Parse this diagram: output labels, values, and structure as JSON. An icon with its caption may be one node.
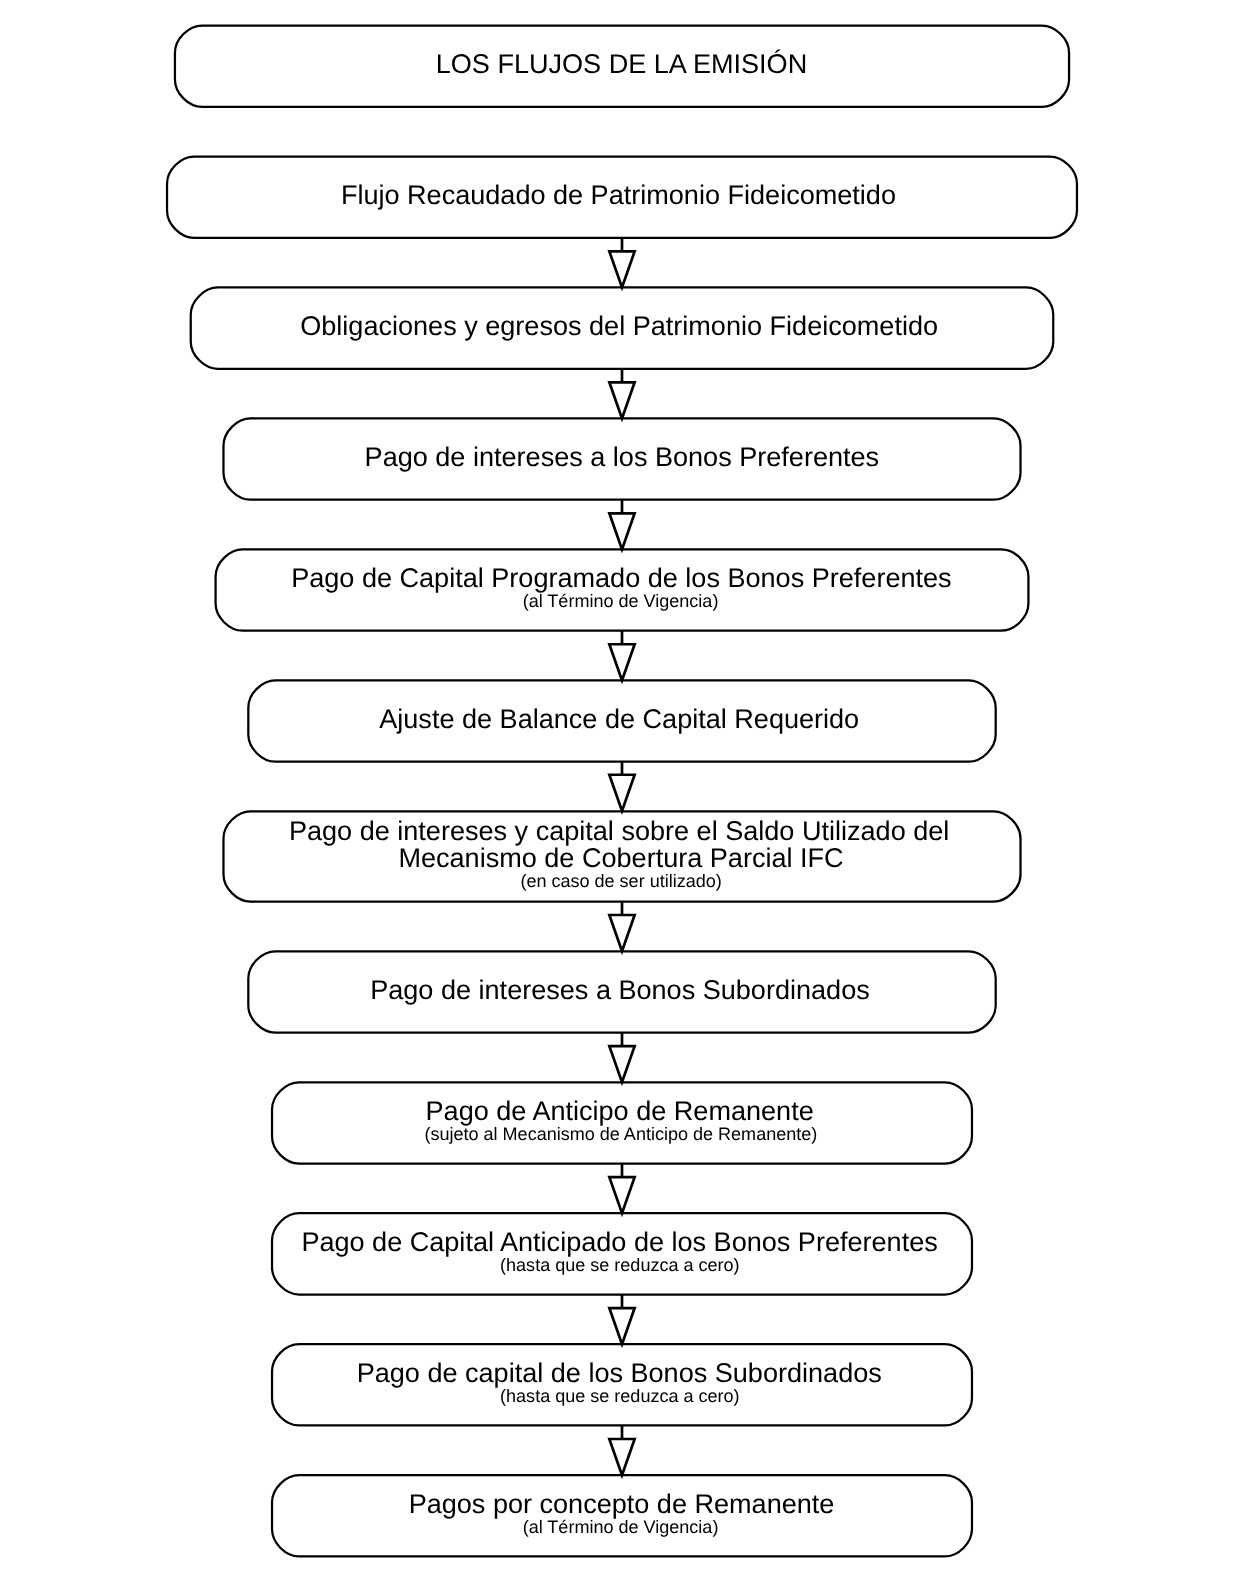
{
  "diagram": {
    "nodes": [
      {
        "text": [
          "LOS FLUJOS DE LA EMISIÓN"
        ]
      },
      {
        "text": [
          "Flujo Recaudado de Patrimonio Fideicometido"
        ]
      },
      {
        "text": [
          "Obligaciones y egresos del Patrimonio Fideicometido"
        ]
      },
      {
        "text": [
          "Pago de intereses a los Bonos Preferentes"
        ]
      },
      {
        "text": [
          "Pago de Capital Programado de los Bonos Preferentes",
          "(al Término de Vigencia)"
        ]
      },
      {
        "text": [
          "Ajuste de Balance de Capital Requerido"
        ]
      },
      {
        "text": [
          "Pago de intereses y capital sobre el Saldo Utilizado del Mecanismo de Cobertura Parcial IFC",
          "(en caso de ser utilizado)"
        ]
      },
      {
        "text": [
          "Pago de intereses a Bonos Subordinados"
        ]
      },
      {
        "text": [
          "Pago de Anticipo de Remanente",
          "(sujeto al Mecanismo de Anticipo de Remanente)"
        ]
      },
      {
        "text": [
          "Pago de Capital Anticipado de los Bonos Preferentes",
          "(hasta que se reduzca a cero)"
        ]
      },
      {
        "text": [
          "Pago de capital de los Bonos Subordinados",
          "(hasta que se reduzca a cero)"
        ]
      },
      {
        "text": [
          "Pagos por concepto de Remanente",
          "(al Término de Vigencia)"
        ]
      }
    ],
    "edges": [
      {
        "from": 1,
        "to": 2,
        "arrow": "to"
      },
      {
        "from": 2,
        "to": 3,
        "arrow": "to"
      },
      {
        "from": 3,
        "to": 4,
        "arrow": "to"
      },
      {
        "from": 4,
        "to": 5,
        "arrow": "to"
      },
      {
        "from": 5,
        "to": 6,
        "arrow": "to"
      },
      {
        "from": 6,
        "to": 7,
        "arrow": "to"
      },
      {
        "from": 7,
        "to": 8,
        "arrow": "to"
      },
      {
        "from": 8,
        "to": 9,
        "arrow": "to"
      },
      {
        "from": 9,
        "to": 10,
        "arrow": "to"
      },
      {
        "from": 10,
        "to": 11,
        "arrow": "to"
      }
    ]
  }
}
